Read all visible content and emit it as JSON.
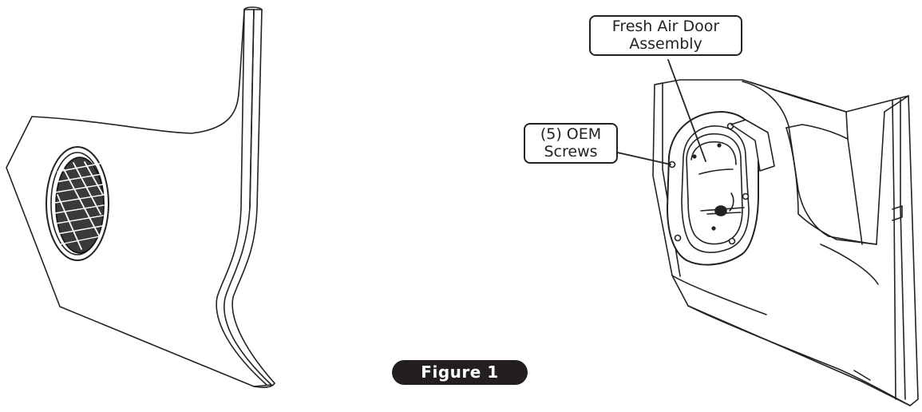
{
  "callouts": {
    "fresh_air_line1": "Fresh Air Door",
    "fresh_air_line2": "Assembly",
    "screws_line1": "(5) OEM",
    "screws_line2": "Screws"
  },
  "figure_label": "Figure 1",
  "colors": {
    "line": "#222222",
    "label_background": "#231f20",
    "label_text": "#ffffff",
    "background": "#ffffff"
  }
}
